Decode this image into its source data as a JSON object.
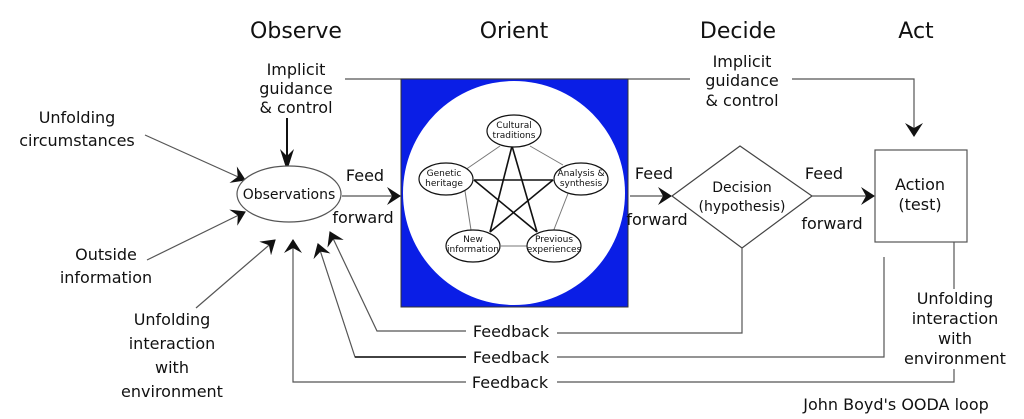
{
  "title": "John Boyd's OODA loop",
  "phases": [
    "Observe",
    "Orient",
    "Decide",
    "Act"
  ],
  "colors": {
    "orient_box": "#0a1ee6",
    "line": "#555555",
    "text": "#111111"
  },
  "inputs": {
    "unfolding_circumstances": [
      "Unfolding",
      "circumstances"
    ],
    "outside_information": [
      "Outside",
      "information"
    ],
    "unfolding_interaction_left": [
      "Unfolding",
      "interaction",
      "with",
      "environment"
    ],
    "unfolding_interaction_right": [
      "Unfolding",
      "interaction",
      "with",
      "environment"
    ]
  },
  "implicit_guidance_left": [
    "Implicit",
    "guidance",
    "& control"
  ],
  "implicit_guidance_right": [
    "Implicit",
    "guidance",
    "& control"
  ],
  "nodes": {
    "observations": "Observations",
    "decision": [
      "Decision",
      "(hypothesis)"
    ],
    "action": [
      "Action",
      "(test)"
    ]
  },
  "orient_nodes": [
    {
      "id": "cultural",
      "lines": [
        "Cultural",
        "traditions"
      ]
    },
    {
      "id": "genetic",
      "lines": [
        "Genetic",
        "heritage"
      ]
    },
    {
      "id": "analysis",
      "lines": [
        "Analysis &",
        "synthesis"
      ]
    },
    {
      "id": "new-info",
      "lines": [
        "New",
        "information"
      ]
    },
    {
      "id": "previous",
      "lines": [
        "Previous",
        "experiences"
      ]
    }
  ],
  "feed_forward": [
    "Feed",
    "forward"
  ],
  "feedback_label": "Feedback"
}
